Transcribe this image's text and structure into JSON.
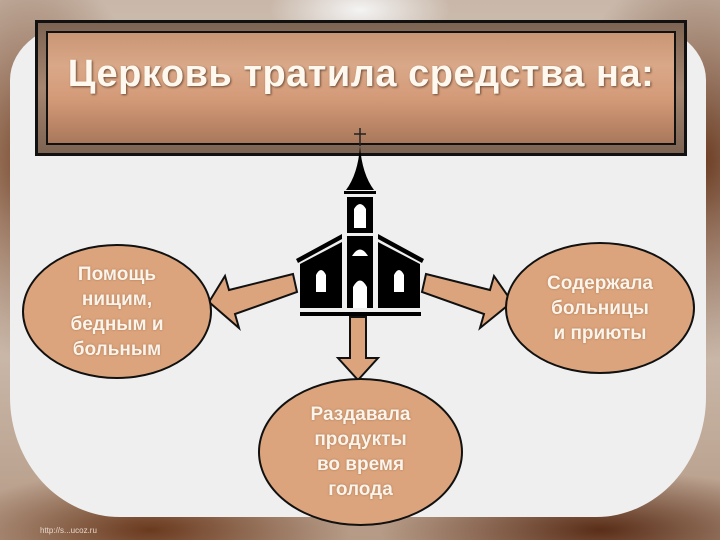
{
  "slide": {
    "title": "Церковь тратила средства на:",
    "center_icon": "church-icon",
    "items": [
      {
        "position": "left",
        "text_lines": [
          "Помощь",
          "нищим,",
          "бедным и",
          "больным"
        ]
      },
      {
        "position": "right",
        "text_lines": [
          "Содержала",
          "больницы",
          "и приюты"
        ]
      },
      {
        "position": "bottom",
        "text_lines": [
          "Раздавала",
          "продукты",
          "во время",
          "голода"
        ]
      }
    ],
    "footer_url": "http://s...ucoz.ru"
  },
  "colors": {
    "ellipse_fill": "#dca47c",
    "title_bar": "#d49a78",
    "panel": "#efefef",
    "outline": "#111111",
    "title_text": "#fff8ee"
  }
}
